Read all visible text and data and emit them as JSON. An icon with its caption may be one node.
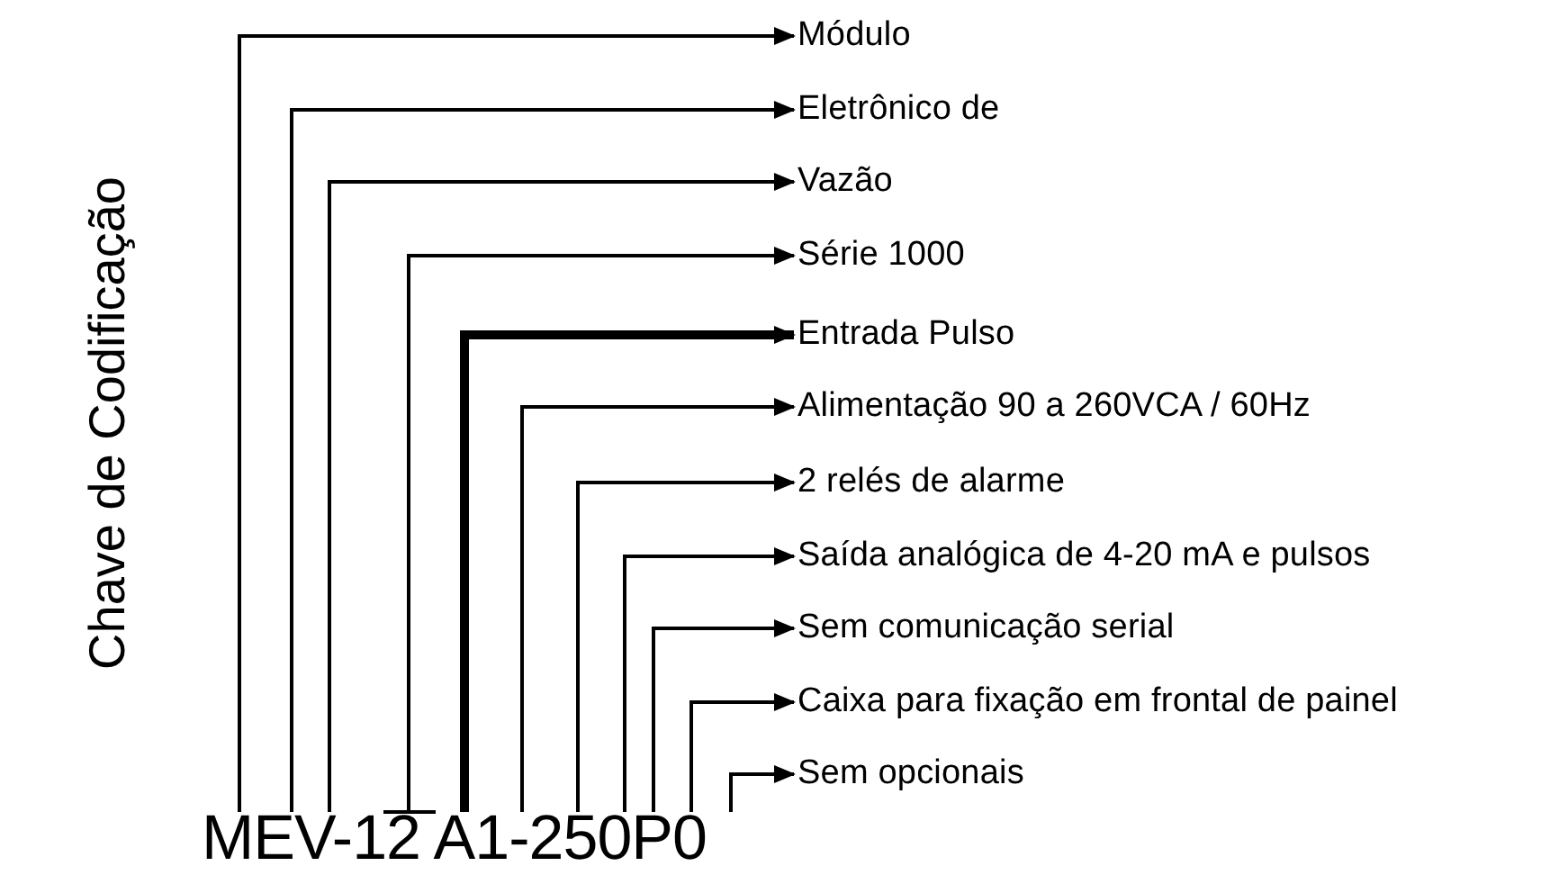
{
  "diagram": {
    "title": "Chave de Codificação",
    "nodes": [
      {
        "text": [
          "Módulo"
        ]
      },
      {
        "text": [
          "Eletrônico de"
        ]
      },
      {
        "text": [
          "Vazão"
        ]
      },
      {
        "text": [
          "Série 1000"
        ]
      },
      {
        "text": [
          "Entrada Pulso"
        ]
      },
      {
        "text": [
          "Alimentação 90 a 260VCA / 60Hz"
        ]
      },
      {
        "text": [
          "2 relés de alarme"
        ]
      },
      {
        "text": [
          "Saída analógica de 4-20 mA e pulsos"
        ]
      },
      {
        "text": [
          "Sem comunicação serial"
        ]
      },
      {
        "text": [
          "Caixa para fixação em frontal de painel"
        ]
      },
      {
        "text": [
          "Sem opcionais"
        ]
      },
      {
        "text": [
          "MEV-12 A1-250P0"
        ]
      }
    ],
    "edges": [
      {
        "from": 11,
        "to": 0,
        "arrow": "to"
      },
      {
        "from": 11,
        "to": 1,
        "arrow": "to"
      },
      {
        "from": 11,
        "to": 2,
        "arrow": "to"
      },
      {
        "from": 11,
        "to": 3,
        "arrow": "to"
      },
      {
        "from": 11,
        "to": 4,
        "arrow": "to",
        "style": "thick"
      },
      {
        "from": 11,
        "to": 5,
        "arrow": "to"
      },
      {
        "from": 11,
        "to": 6,
        "arrow": "to"
      },
      {
        "from": 11,
        "to": 7,
        "arrow": "to"
      },
      {
        "from": 11,
        "to": 8,
        "arrow": "to"
      },
      {
        "from": 11,
        "to": 9,
        "arrow": "to"
      },
      {
        "from": 11,
        "to": 10,
        "arrow": "to"
      }
    ]
  }
}
